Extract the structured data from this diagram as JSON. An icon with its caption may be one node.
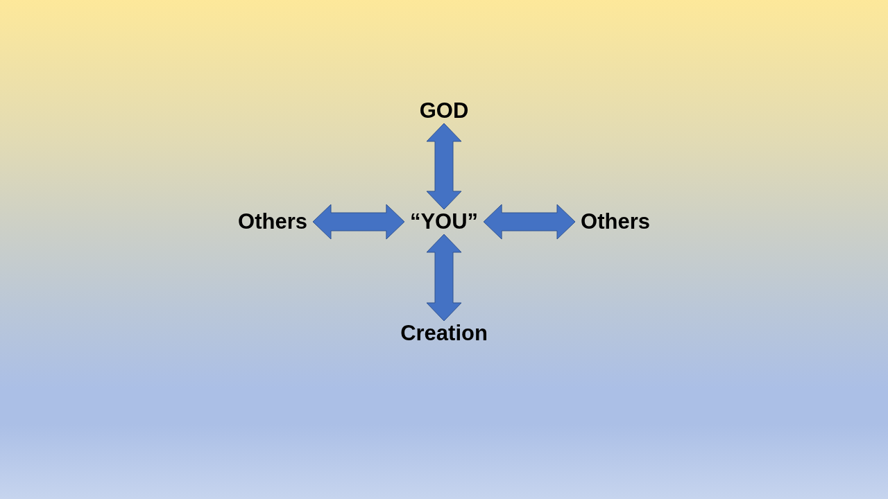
{
  "diagram": {
    "nodes": [
      {
        "text": [
          "GOD"
        ]
      },
      {
        "text": [
          "Others"
        ]
      },
      {
        "text": [
          "“YOU”"
        ]
      },
      {
        "text": [
          "Others"
        ]
      },
      {
        "text": [
          "Creation"
        ]
      }
    ],
    "edges": [
      {
        "from": 2,
        "to": 0,
        "arrow": "both"
      },
      {
        "from": 1,
        "to": 2,
        "arrow": "both"
      },
      {
        "from": 2,
        "to": 3,
        "arrow": "both"
      },
      {
        "from": 2,
        "to": 4,
        "arrow": "both"
      }
    ]
  }
}
